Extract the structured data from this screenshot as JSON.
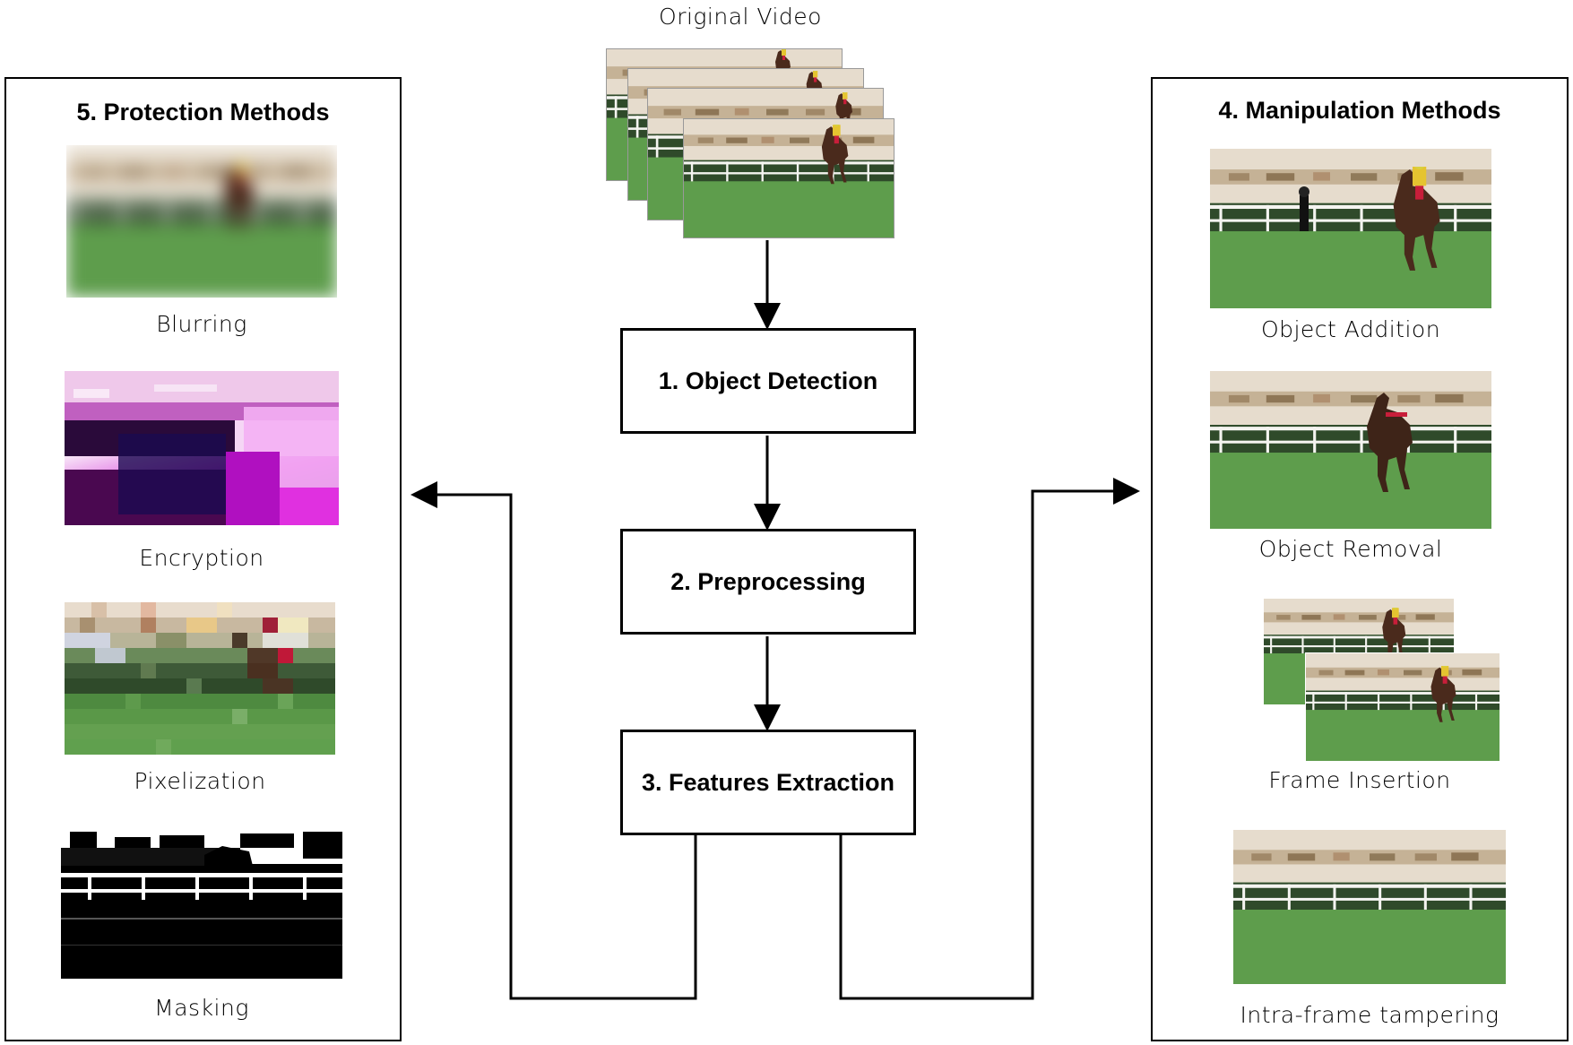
{
  "source": {
    "label": "Original Video"
  },
  "steps": [
    {
      "label": "1. Object Detection"
    },
    {
      "label": "2. Preprocessing"
    },
    {
      "label": "3. Features Extraction"
    }
  ],
  "protection": {
    "title": "5. Protection Methods",
    "items": [
      {
        "label": "Blurring"
      },
      {
        "label": "Encryption"
      },
      {
        "label": "Pixelization"
      },
      {
        "label": "Masking"
      }
    ]
  },
  "manipulation": {
    "title": "4. Manipulation Methods",
    "items": [
      {
        "label": "Object Addition"
      },
      {
        "label": "Object Removal"
      },
      {
        "label": "Frame Insertion"
      },
      {
        "label": "Intra-frame tampering"
      }
    ]
  },
  "colors": {
    "sky": "#e8dccb",
    "stands": "#b9a98e",
    "hedge": "#2f4a2a",
    "grass": "#5b9a4a",
    "rail": "#f4f4f0",
    "horse": "#4a2a1c",
    "encryption_magenta": "#d21ad6",
    "encryption_dark": "#3a0a5a"
  }
}
